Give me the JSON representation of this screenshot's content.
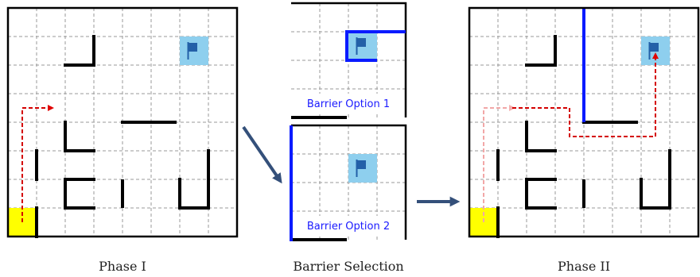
{
  "panels": {
    "phase1": {
      "caption": "Phase I"
    },
    "selection": {
      "caption": "Barrier Selection",
      "option1_label": "Barrier Option 1",
      "option2_label": "Barrier Option 2"
    },
    "phase2": {
      "caption": "Phase II"
    }
  },
  "icons": {
    "goal": "flag-icon",
    "start": "start-cell",
    "transition": "arrow-icon"
  },
  "colors": {
    "grid_line": "#9a9a9a",
    "wall": "#000000",
    "barrier": "#0a1bff",
    "goal_cell": "#8ecfee",
    "flag": "#2360a8",
    "start_cell": "#ffff00",
    "path_phase1": "#d40000",
    "path_faded": "#f2a7a7",
    "transition_arrow": "#34507a"
  }
}
